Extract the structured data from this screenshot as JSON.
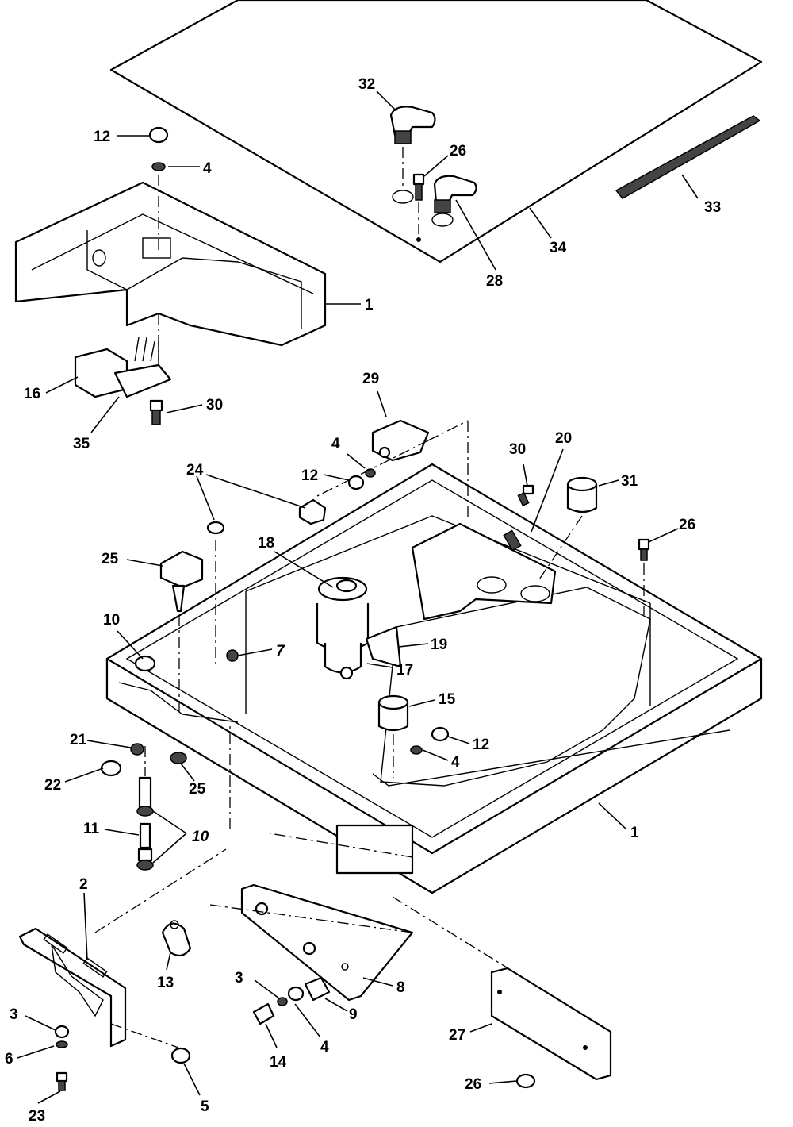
{
  "diagram": {
    "callouts": [
      {
        "id": "c12a",
        "text": "12"
      },
      {
        "id": "c4a",
        "text": "4"
      },
      {
        "id": "c32",
        "text": "32"
      },
      {
        "id": "c26a",
        "text": "26"
      },
      {
        "id": "c33",
        "text": "33"
      },
      {
        "id": "c34",
        "text": "34"
      },
      {
        "id": "c28",
        "text": "28"
      },
      {
        "id": "c1a",
        "text": "1"
      },
      {
        "id": "c16",
        "text": "16"
      },
      {
        "id": "c30a",
        "text": "30"
      },
      {
        "id": "c35",
        "text": "35"
      },
      {
        "id": "c29",
        "text": "29"
      },
      {
        "id": "c4b",
        "text": "4"
      },
      {
        "id": "c12b",
        "text": "12"
      },
      {
        "id": "c30b",
        "text": "30"
      },
      {
        "id": "c20",
        "text": "20"
      },
      {
        "id": "c31",
        "text": "31"
      },
      {
        "id": "c24",
        "text": "24"
      },
      {
        "id": "c26b",
        "text": "26"
      },
      {
        "id": "c18",
        "text": "18"
      },
      {
        "id": "c25a",
        "text": "25"
      },
      {
        "id": "c10a",
        "text": "10"
      },
      {
        "id": "c7",
        "text": "7"
      },
      {
        "id": "c19",
        "text": "19"
      },
      {
        "id": "c17",
        "text": "17"
      },
      {
        "id": "c15",
        "text": "15"
      },
      {
        "id": "c21",
        "text": "21"
      },
      {
        "id": "c12c",
        "text": "12"
      },
      {
        "id": "c22",
        "text": "22"
      },
      {
        "id": "c25b",
        "text": "25"
      },
      {
        "id": "c4c",
        "text": "4"
      },
      {
        "id": "c11",
        "text": "11"
      },
      {
        "id": "c10b",
        "text": "10"
      },
      {
        "id": "c1b",
        "text": "1"
      },
      {
        "id": "c2",
        "text": "2"
      },
      {
        "id": "c13",
        "text": "13"
      },
      {
        "id": "c8",
        "text": "8"
      },
      {
        "id": "c3a",
        "text": "3"
      },
      {
        "id": "c9",
        "text": "9"
      },
      {
        "id": "c3b",
        "text": "3"
      },
      {
        "id": "c6",
        "text": "6"
      },
      {
        "id": "c14",
        "text": "14"
      },
      {
        "id": "c4d",
        "text": "4"
      },
      {
        "id": "c27",
        "text": "27"
      },
      {
        "id": "c23",
        "text": "23"
      },
      {
        "id": "c5",
        "text": "5"
      },
      {
        "id": "c26c",
        "text": "26"
      }
    ]
  }
}
